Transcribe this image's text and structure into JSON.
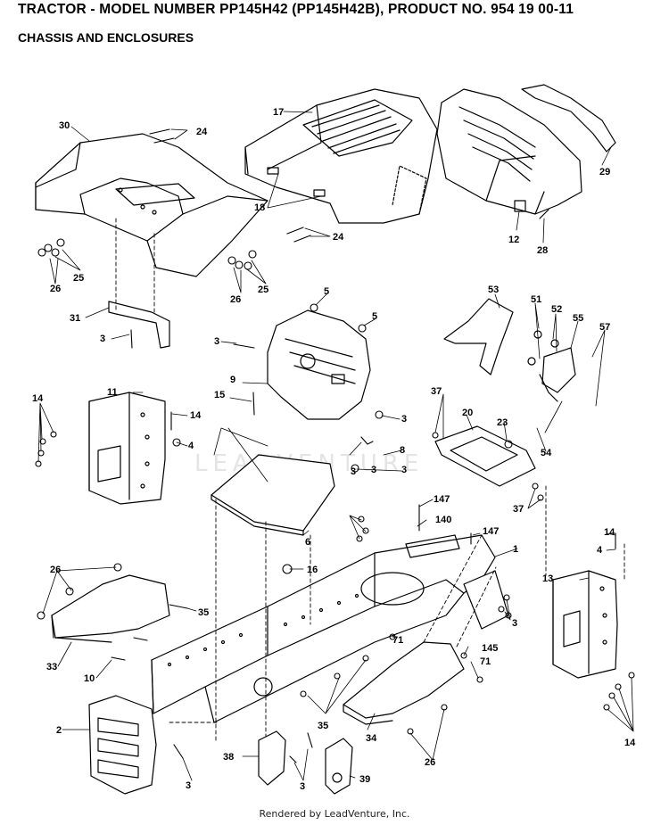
{
  "header": {
    "title": "TRACTOR - MODEL NUMBER PP145H42 (PP145H42B), PRODUCT NO. 954 19 00-11",
    "subtitle": "CHASSIS AND ENCLOSURES"
  },
  "watermark": "LEADVENTURE",
  "footer": "Rendered by LeadVenture, Inc.",
  "callouts": [
    "30",
    "24",
    "17",
    "29",
    "18",
    "12",
    "28",
    "24",
    "26",
    "25",
    "26",
    "25",
    "5",
    "5",
    "53",
    "51",
    "52",
    "55",
    "57",
    "31",
    "3",
    "3",
    "9",
    "14",
    "11",
    "15",
    "14",
    "4",
    "3",
    "37",
    "20",
    "23",
    "54",
    "3",
    "8",
    "3",
    "147",
    "140",
    "147",
    "1",
    "37",
    "6",
    "16",
    "26",
    "35",
    "33",
    "10",
    "71",
    "145",
    "71",
    "3",
    "14",
    "4",
    "13",
    "2",
    "3",
    "35",
    "34",
    "26",
    "38",
    "3",
    "39",
    "14",
    "3"
  ],
  "colors": {
    "ink": "#000000",
    "background": "#ffffff",
    "watermark": "#e4e4e4"
  }
}
